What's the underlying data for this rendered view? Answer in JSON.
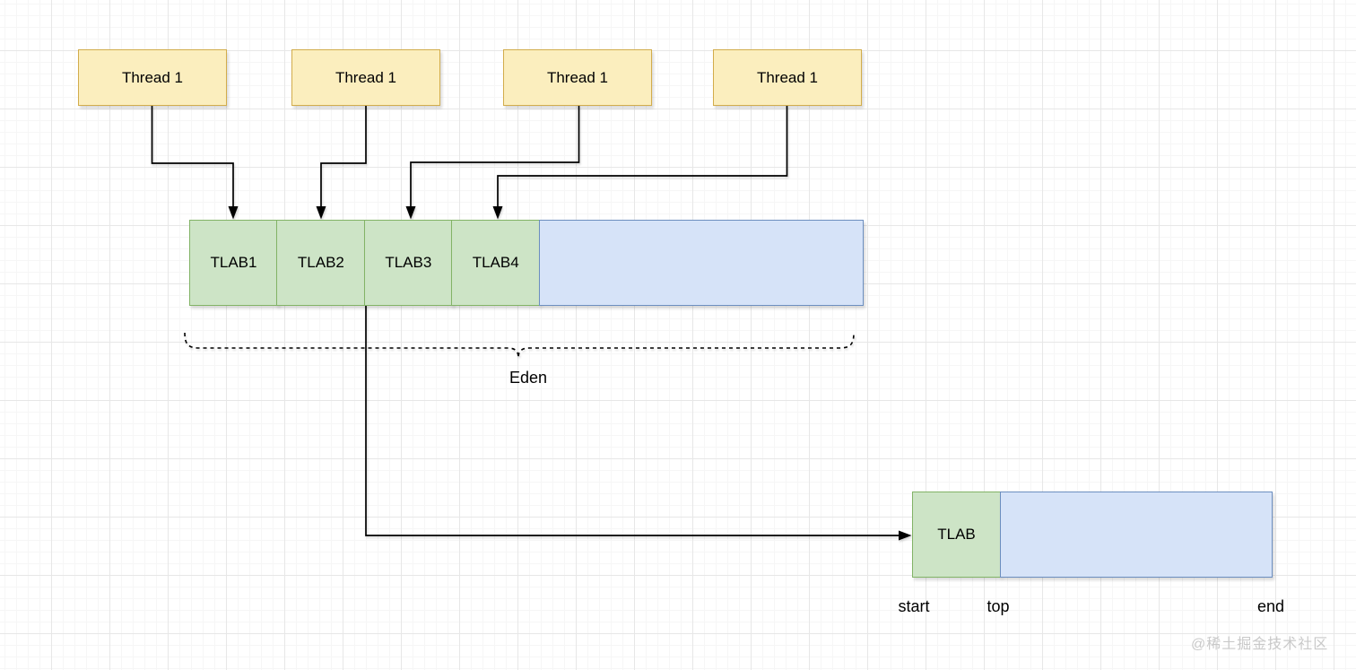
{
  "threads": [
    {
      "label": "Thread 1"
    },
    {
      "label": "Thread 1"
    },
    {
      "label": "Thread 1"
    },
    {
      "label": "Thread 1"
    }
  ],
  "eden_row": {
    "tlabs": [
      {
        "label": "TLAB1"
      },
      {
        "label": "TLAB2"
      },
      {
        "label": "TLAB3"
      },
      {
        "label": "TLAB4"
      }
    ],
    "brace_label": "Eden"
  },
  "detail_box": {
    "tlab_label": "TLAB",
    "markers": [
      {
        "label": "start"
      },
      {
        "label": "top"
      },
      {
        "label": "end"
      }
    ]
  },
  "canvas": {
    "watermark": "@稀土掘金技术社区"
  },
  "icons": {
    "arrowhead": "filled-triangle",
    "brace_style": "dashed-underbrace"
  },
  "colors": {
    "thread_fill": "#FBEEBE",
    "thread_border": "#D2AC4B",
    "tlab_fill": "#CDE4C6",
    "tlab_border": "#82B366",
    "free_fill": "#D6E3F8",
    "free_border": "#6C8EBF",
    "connector": "#000000",
    "watermark": "#C9C9C9",
    "grid_minor": "#f6f6f6",
    "grid_major": "#e7e7e7"
  }
}
